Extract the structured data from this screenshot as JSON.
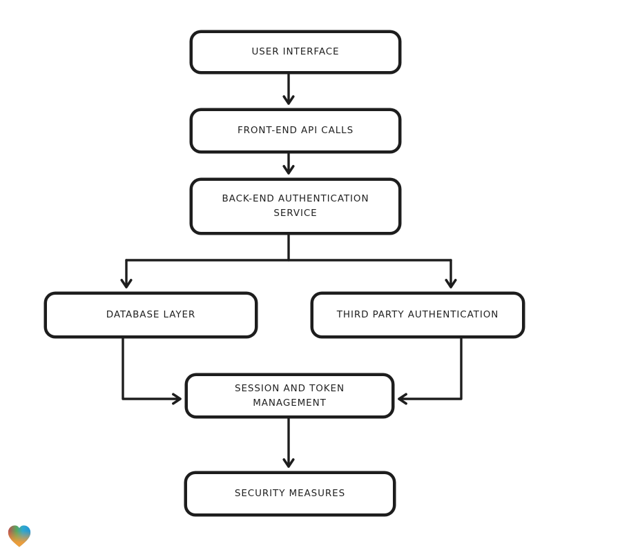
{
  "diagram": {
    "type": "flowchart",
    "nodes": [
      {
        "id": "user-interface",
        "label": "USER INTERFACE"
      },
      {
        "id": "front-end-api-calls",
        "label": "FRONT-END API CALLS"
      },
      {
        "id": "back-end-authentication-service",
        "label": "BACK-END AUTHENTICATION SERVICE"
      },
      {
        "id": "database-layer",
        "label": "DATABASE LAYER"
      },
      {
        "id": "third-party-authentication",
        "label": "THIRD PARTY AUTHENTICATION"
      },
      {
        "id": "session-and-token-management",
        "label": "SESSION AND TOKEN MANAGEMENT"
      },
      {
        "id": "security-measures",
        "label": "SECURITY MEASURES"
      }
    ],
    "edges": [
      {
        "from": "user-interface",
        "to": "front-end-api-calls"
      },
      {
        "from": "front-end-api-calls",
        "to": "back-end-authentication-service"
      },
      {
        "from": "back-end-authentication-service",
        "to": "database-layer"
      },
      {
        "from": "back-end-authentication-service",
        "to": "third-party-authentication"
      },
      {
        "from": "database-layer",
        "to": "session-and-token-management"
      },
      {
        "from": "third-party-authentication",
        "to": "session-and-token-management"
      },
      {
        "from": "session-and-token-management",
        "to": "security-measures"
      }
    ],
    "colors": {
      "stroke": "#1d1d1d",
      "node_fill": "#ffffff",
      "background": "#ffffff",
      "text": "#1f1f1f"
    }
  },
  "branding": {
    "logo_icon": "gradient-heart-icon",
    "logo_colors": {
      "red": "#e6304a",
      "green": "#56a85f",
      "blue": "#1e8fd8",
      "orange": "#f29b38"
    }
  }
}
